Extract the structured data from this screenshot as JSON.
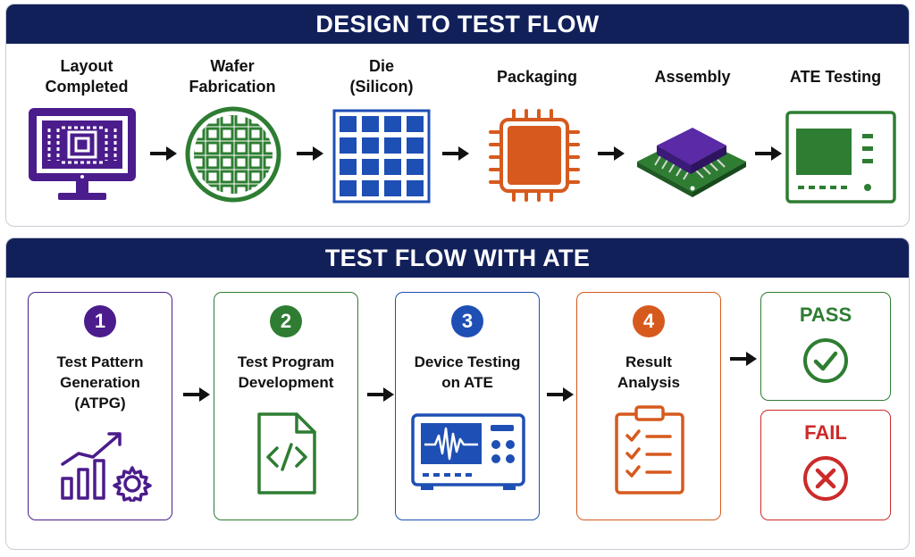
{
  "design_flow": {
    "title": "DESIGN TO TEST FLOW",
    "stages": [
      {
        "line1": "Layout",
        "line2": "Completed",
        "icon": "monitor-layout-icon"
      },
      {
        "line1": "Wafer",
        "line2": "Fabrication",
        "icon": "wafer-icon"
      },
      {
        "line1": "Die",
        "line2": "(Silicon)",
        "icon": "die-grid-icon"
      },
      {
        "line1": "Packaging",
        "line2": "",
        "icon": "chip-package-icon"
      },
      {
        "line1": "Assembly",
        "line2": "",
        "icon": "chip-on-board-icon"
      },
      {
        "line1": "ATE Testing",
        "line2": "",
        "icon": "test-equipment-icon"
      }
    ]
  },
  "test_flow": {
    "title": "TEST FLOW WITH ATE",
    "steps": [
      {
        "number": "1",
        "line1": "Test Pattern",
        "line2": "Generation",
        "line3": "(ATPG)",
        "color": "#4b1c8c",
        "icon": "chart-gear-icon"
      },
      {
        "number": "2",
        "line1": "Test Program",
        "line2": "Development",
        "line3": "",
        "color": "#2e7d32",
        "icon": "code-file-icon"
      },
      {
        "number": "3",
        "line1": "Device Testing",
        "line2": "on ATE",
        "line3": "",
        "color": "#1e4fb4",
        "icon": "oscilloscope-icon"
      },
      {
        "number": "4",
        "line1": "Result",
        "line2": "Analysis",
        "line3": "",
        "color": "#d65a1e",
        "icon": "checklist-clipboard-icon"
      }
    ],
    "results": {
      "pass": {
        "label": "PASS",
        "color": "#2e7d32",
        "icon": "check-circle-icon"
      },
      "fail": {
        "label": "FAIL",
        "color": "#cc2a2a",
        "icon": "x-circle-icon"
      }
    }
  },
  "colors": {
    "banner": "#12205a",
    "purple": "#4b1c8c",
    "green": "#2e7d32",
    "blue": "#1e4fb4",
    "orange": "#d65a1e",
    "red": "#cc2a2a"
  }
}
